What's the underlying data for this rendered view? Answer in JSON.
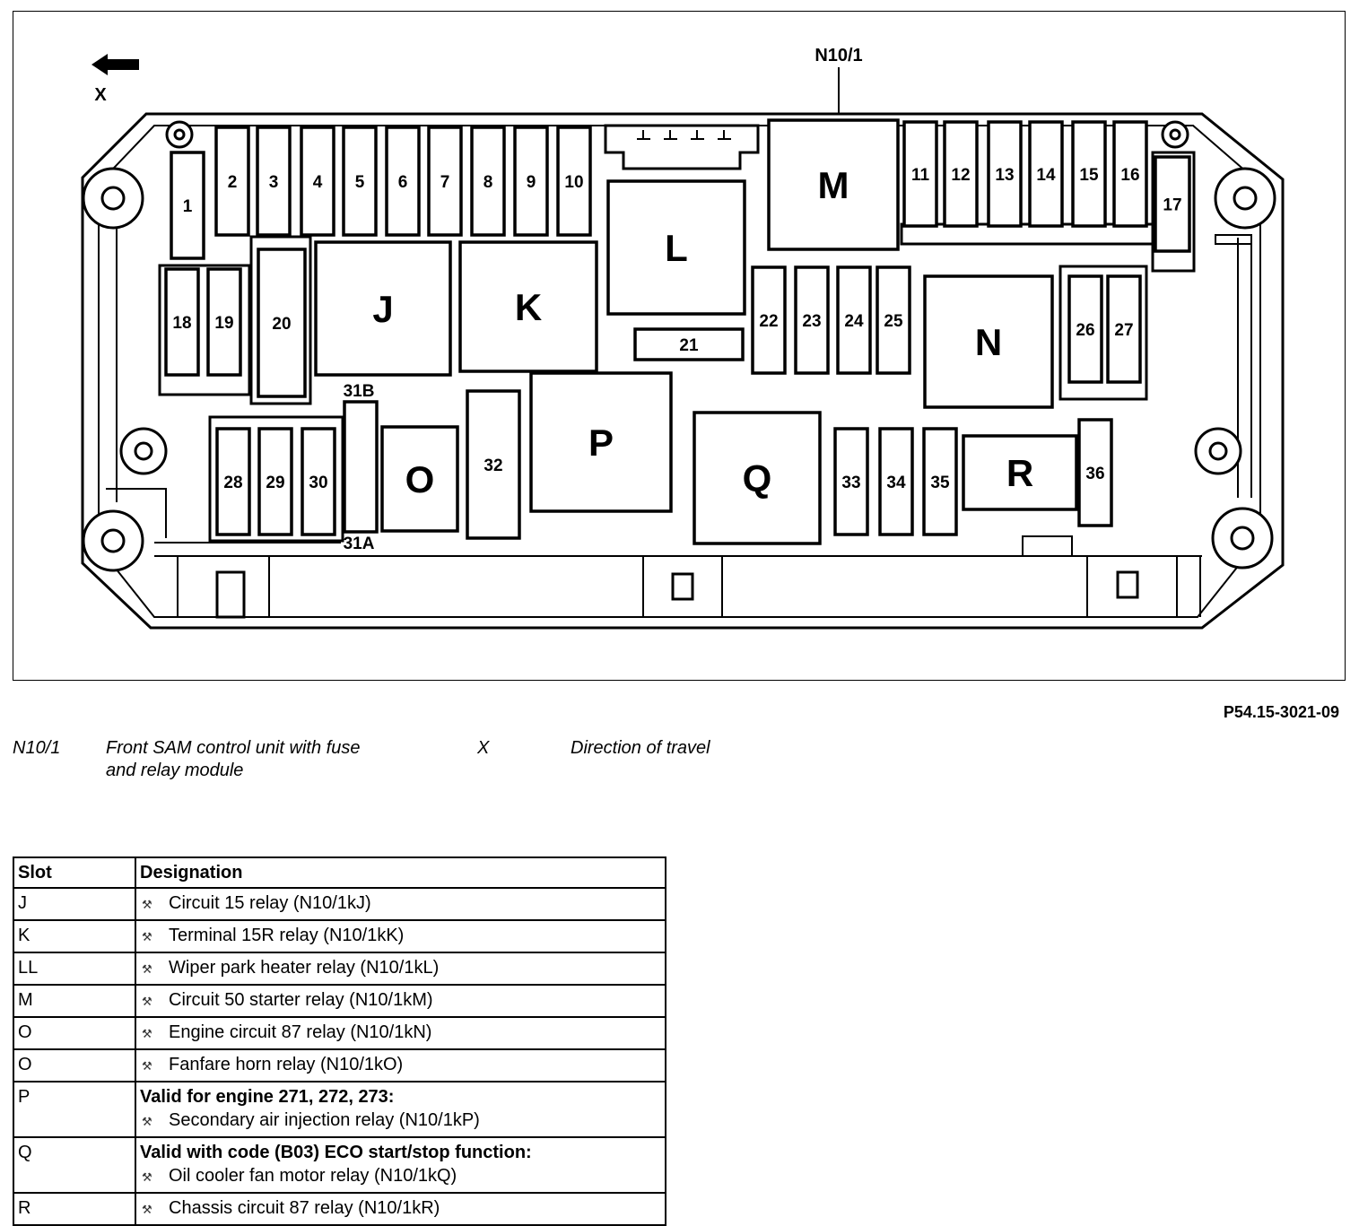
{
  "diagram": {
    "module_label": "N10/1",
    "direction_label": "X",
    "fuses": [
      "1",
      "2",
      "3",
      "4",
      "5",
      "6",
      "7",
      "8",
      "9",
      "10",
      "11",
      "12",
      "13",
      "14",
      "15",
      "16",
      "17",
      "18",
      "19",
      "20",
      "21",
      "22",
      "23",
      "24",
      "25",
      "26",
      "27",
      "28",
      "29",
      "30",
      "31A",
      "31B",
      "32",
      "33",
      "34",
      "35",
      "36"
    ],
    "relays": [
      "J",
      "K",
      "L",
      "M",
      "N",
      "O",
      "P",
      "Q",
      "R"
    ]
  },
  "figure_ref": "P54.15-3021-09",
  "legend": [
    {
      "code": "N10/1",
      "text_line1": "Front SAM control unit with fuse",
      "text_line2": "and relay module"
    },
    {
      "code": "X",
      "text_line1": "Direction of travel"
    }
  ],
  "table": {
    "headers": {
      "slot": "Slot",
      "designation": "Designation"
    },
    "bullet_icon": "wrench-icon",
    "rows": [
      {
        "slot": "J",
        "designation": "Circuit 15 relay (N10/1kJ)"
      },
      {
        "slot": "K",
        "designation": "Terminal 15R relay (N10/1kK)"
      },
      {
        "slot": "LL",
        "designation": "Wiper park heater relay (N10/1kL)"
      },
      {
        "slot": "M",
        "designation": "Circuit 50 starter relay (N10/1kM)"
      },
      {
        "slot": "O",
        "designation": "Engine circuit 87 relay (N10/1kN)"
      },
      {
        "slot": "O",
        "designation": "Fanfare horn relay (N10/1kO)"
      },
      {
        "slot": "P",
        "condition": "Valid for engine 271, 272, 273:",
        "designation": "Secondary air injection relay (N10/1kP)"
      },
      {
        "slot": "Q",
        "condition": "Valid with code (B03) ECO start/stop function:",
        "designation": "Oil cooler fan motor relay (N10/1kQ)"
      },
      {
        "slot": "R",
        "designation": "Chassis circuit 87 relay (N10/1kR)"
      }
    ]
  }
}
